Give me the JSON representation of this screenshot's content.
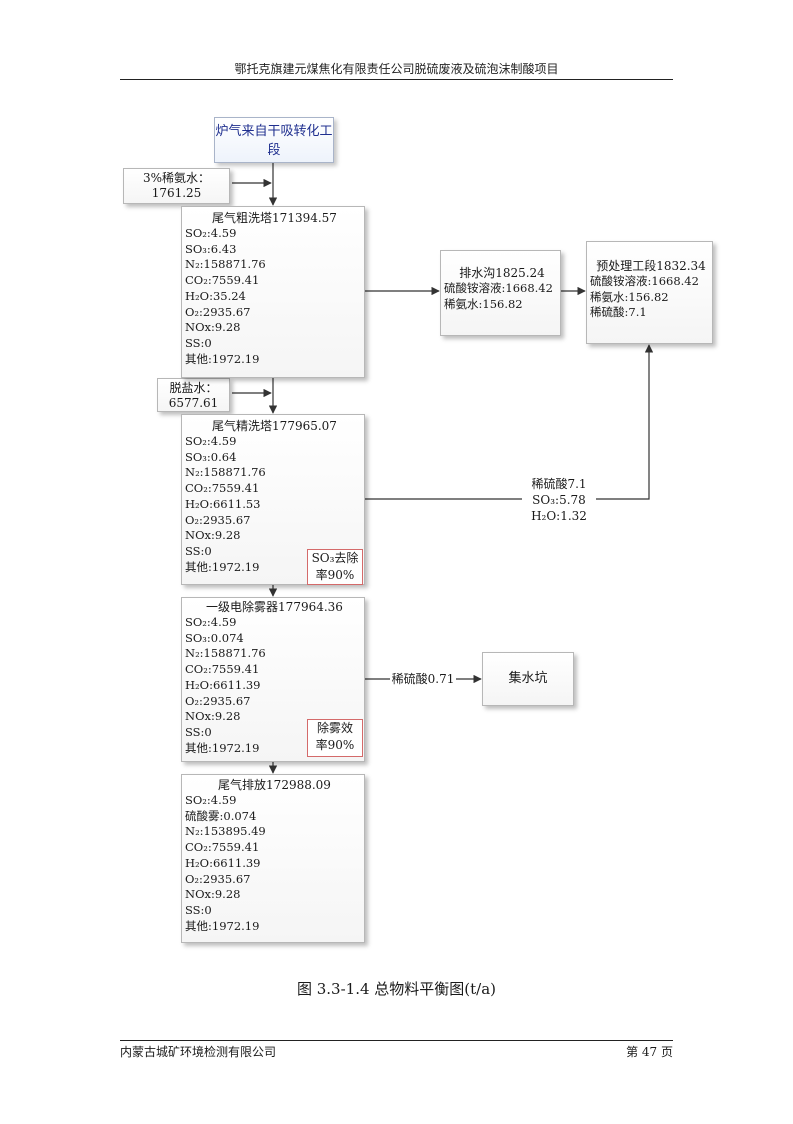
{
  "header": "鄂托克旗建元煤焦化有限责任公司脱硫废液及硫泡沫制酸项目",
  "caption": "图 3.3-1.4 总物料平衡图(t/a)",
  "footer": {
    "company": "内蒙古城矿环境检测有限公司",
    "page": "第 47 页"
  },
  "start": "炉气来自干吸转化工段",
  "inputs": {
    "ammonia": [
      "3%稀氨水：",
      "1761.25"
    ],
    "water": [
      "脱盐水：",
      "6577.61"
    ]
  },
  "nodes": {
    "rough": {
      "title": "尾气粗洗塔171394.57",
      "rows": [
        "SO₂:4.59",
        "SO₃:6.43",
        "N₂:158871.76",
        "CO₂:7559.41",
        "H₂O:35.24",
        "O₂:2935.67",
        "NOx:9.28",
        "SS:0",
        "其他:1972.19"
      ]
    },
    "fine": {
      "title": "尾气精洗塔177965.07",
      "rows": [
        "SO₂:4.59",
        "SO₃:0.64",
        "N₂:158871.76",
        "CO₂:7559.41",
        "H₂O:6611.53",
        "O₂:2935.67",
        "NOx:9.28",
        "SS:0",
        "其他:1972.19"
      ],
      "note": [
        "SO₃去除",
        "率90%"
      ]
    },
    "esp": {
      "title": "一级电除雾器177964.36",
      "rows": [
        "SO₂:4.59",
        "SO₃:0.074",
        "N₂:158871.76",
        "CO₂:7559.41",
        "H₂O:6611.39",
        "O₂:2935.67",
        "NOx:9.28",
        "SS:0",
        "其他:1972.19"
      ],
      "note": [
        "除雾效",
        "率90%"
      ]
    },
    "exhaust": {
      "title": "尾气排放172988.09",
      "rows": [
        "SO₂:4.59",
        "硫酸雾:0.074",
        "N₂:153895.49",
        "CO₂:7559.41",
        "H₂O:6611.39",
        "O₂:2935.67",
        "NOx:9.28",
        "SS:0",
        "其他:1972.19"
      ]
    },
    "drain": {
      "title": "排水沟1825.24",
      "rows": [
        "硫酸铵溶液:1668.42",
        "稀氨水:156.82"
      ]
    },
    "pretreat": {
      "title": "预处理工段1832.34",
      "rows": [
        "硫酸铵溶液:1668.42",
        "稀氨水:156.82",
        "稀硫酸:7.1"
      ]
    },
    "sump": {
      "title": "集水坑"
    }
  },
  "edge_labels": {
    "dilute_acid": [
      "稀硫酸7.1",
      "SO₃:5.78",
      "H₂O:1.32"
    ],
    "esp_acid": "稀硫酸0.71"
  }
}
